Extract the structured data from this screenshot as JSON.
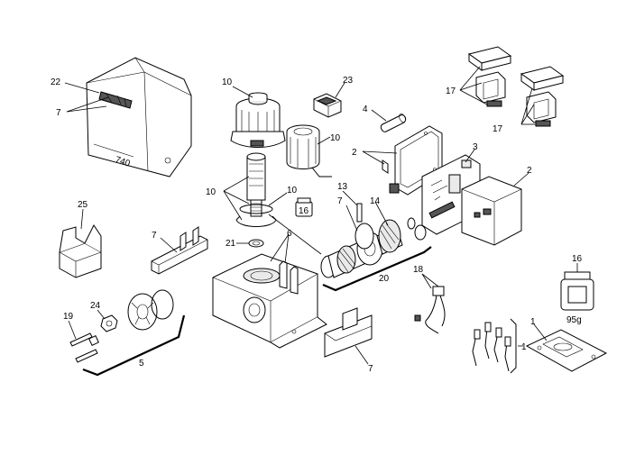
{
  "callouts": {
    "c22": "22",
    "c7a": "7",
    "c10a": "10",
    "c23": "23",
    "c4": "4",
    "c2a": "2",
    "c10b": "10",
    "c10c": "10",
    "c10d": "10",
    "c16a": "16",
    "c13": "13",
    "c7b": "7",
    "c14": "14",
    "c3": "3",
    "c2b": "2",
    "c17a": "17",
    "c17b": "17",
    "c25": "25",
    "c7c": "7",
    "c21": "21",
    "c6": "6",
    "c20": "20",
    "c18": "18",
    "c16b": "16",
    "c19": "19",
    "c24": "24",
    "c5": "5",
    "c7d": "7",
    "c1a": "1",
    "c1b": "1"
  },
  "labels": {
    "jar_weight": "95g",
    "cover_model": "740",
    "jar_small": "16"
  }
}
